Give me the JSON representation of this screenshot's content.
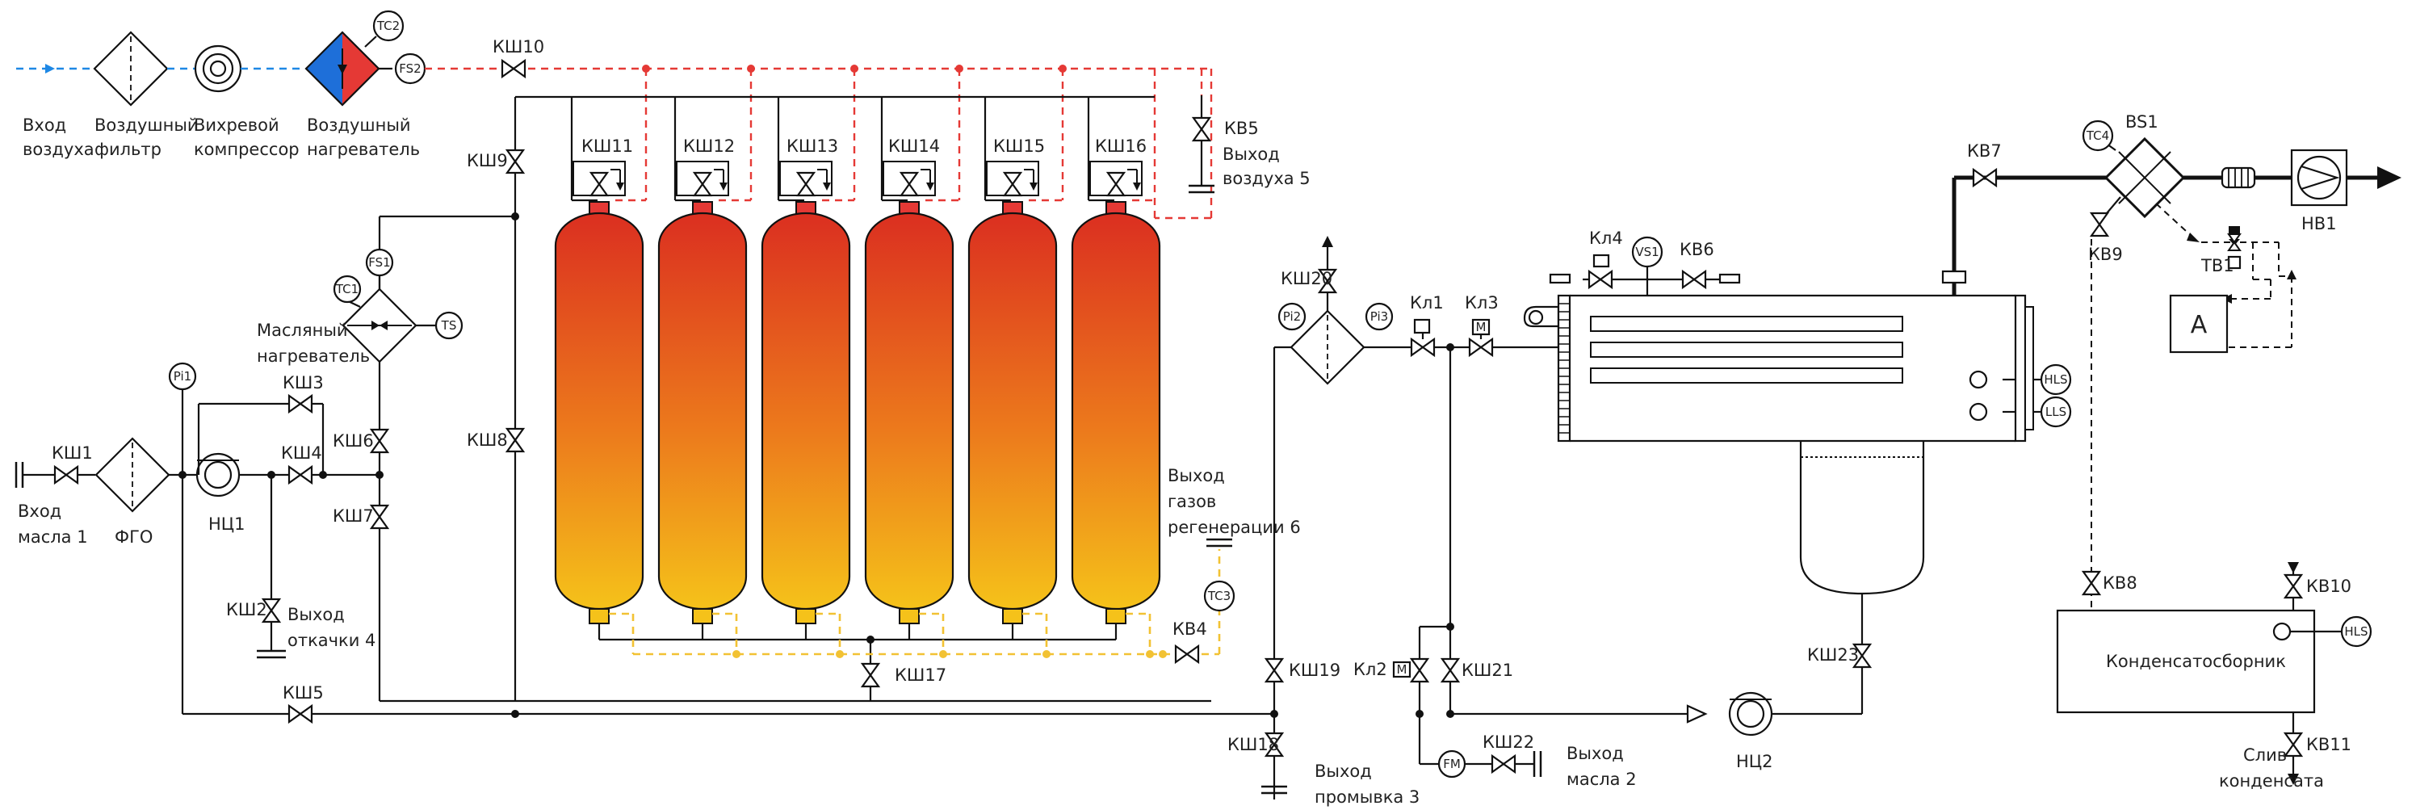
{
  "labels": {
    "air_in_1": "Вход",
    "air_in_2": "воздуха",
    "air_filter_1": "Воздушный",
    "air_filter_2": "фильтр",
    "vortex_1": "Вихревой",
    "vortex_2": "компрессор",
    "air_heater_1": "Воздушный",
    "air_heater_2": "нагреватель",
    "oil_heater_1": "Масляный",
    "oil_heater_2": "нагреватель",
    "oil_in_1": "Вход",
    "oil_in_2": "масла 1",
    "fgo": "ФГО",
    "pump1": "НЦ1",
    "pump2": "НЦ2",
    "pump_out_1": "Выход",
    "pump_out_2": "откачки 4",
    "air_out_1": "Выход",
    "air_out_2": "воздуха 5",
    "regen_out_1": "Выход",
    "regen_out_2": "газов",
    "regen_out_3": "регенерации 6",
    "flush_out_1": "Выход",
    "flush_out_2": "промывка 3",
    "oil_out_1": "Выход",
    "oil_out_2": "масла 2",
    "condenser": "Конденсатосборник",
    "drain_1": "Слив",
    "drain_2": "конденсата",
    "fan": "НВ1",
    "analyzer": "А",
    "separator": "BS1",
    "heat_ex": "ТВ1"
  },
  "valves": {
    "ksh1": "КШ1",
    "ksh2": "КШ2",
    "ksh3": "КШ3",
    "ksh4": "КШ4",
    "ksh5": "КШ5",
    "ksh6": "КШ6",
    "ksh7": "КШ7",
    "ksh8": "КШ8",
    "ksh9": "КШ9",
    "ksh10": "КШ10",
    "ksh11": "КШ11",
    "ksh12": "КШ12",
    "ksh13": "КШ13",
    "ksh14": "КШ14",
    "ksh15": "КШ15",
    "ksh16": "КШ16",
    "ksh17": "КШ17",
    "ksh18": "КШ18",
    "ksh19": "КШ19",
    "ksh20": "КШ20",
    "ksh21": "КШ21",
    "ksh22": "КШ22",
    "ksh23": "КШ23",
    "kv4": "КВ4",
    "kv5": "КВ5",
    "kv6": "КВ6",
    "kv7": "КВ7",
    "kv8": "КВ8",
    "kv9": "КВ9",
    "kv10": "КВ10",
    "kv11": "КВ11",
    "kl1": "Кл1",
    "kl2": "Кл2",
    "kl3": "Кл3",
    "kl4": "Кл4"
  },
  "sensors": {
    "tc1": "TC1",
    "tc2": "TC2",
    "tc3": "TC3",
    "tc4": "TC4",
    "fs1": "FS1",
    "fs2": "FS2",
    "ts": "TS",
    "pi1": "Pi1",
    "pi2": "Pi2",
    "pi3": "Pi3",
    "vs1": "VS1",
    "hls": "HLS",
    "lls": "LLS",
    "fm": "FM",
    "m": "M"
  },
  "colors": {
    "air_line": "#1e88e5",
    "hot_line": "#e53935",
    "regen_line": "#f2c233",
    "adsorber_top": "#db2f20",
    "adsorber_bottom": "#f5c21a"
  }
}
